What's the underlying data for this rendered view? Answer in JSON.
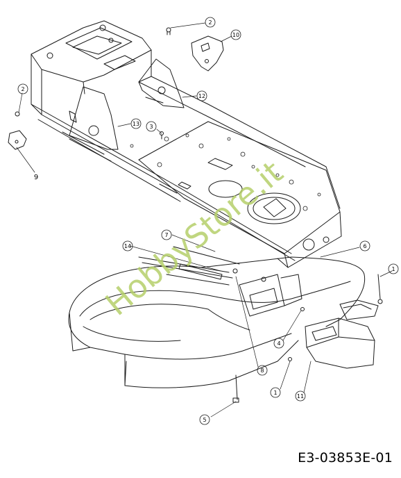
{
  "diagram": {
    "watermark": "HobbyStore.it",
    "drawing_code": "E3-03853E-01",
    "callouts": [
      {
        "id": "c2a",
        "label": "2"
      },
      {
        "id": "c10",
        "label": "10"
      },
      {
        "id": "c2b",
        "label": "2"
      },
      {
        "id": "c12",
        "label": "12"
      },
      {
        "id": "c13",
        "label": "13"
      },
      {
        "id": "c3",
        "label": "3"
      },
      {
        "id": "c9",
        "label": "9"
      },
      {
        "id": "c7",
        "label": "7"
      },
      {
        "id": "c14",
        "label": "14"
      },
      {
        "id": "c6",
        "label": "6"
      },
      {
        "id": "c1a",
        "label": "1"
      },
      {
        "id": "c4",
        "label": "4"
      },
      {
        "id": "c8",
        "label": "8"
      },
      {
        "id": "c1b",
        "label": "1"
      },
      {
        "id": "c11",
        "label": "11"
      },
      {
        "id": "c5",
        "label": "5"
      }
    ],
    "colors": {
      "line": "#1a1a1a",
      "watermark": "#b5cf6a"
    }
  }
}
